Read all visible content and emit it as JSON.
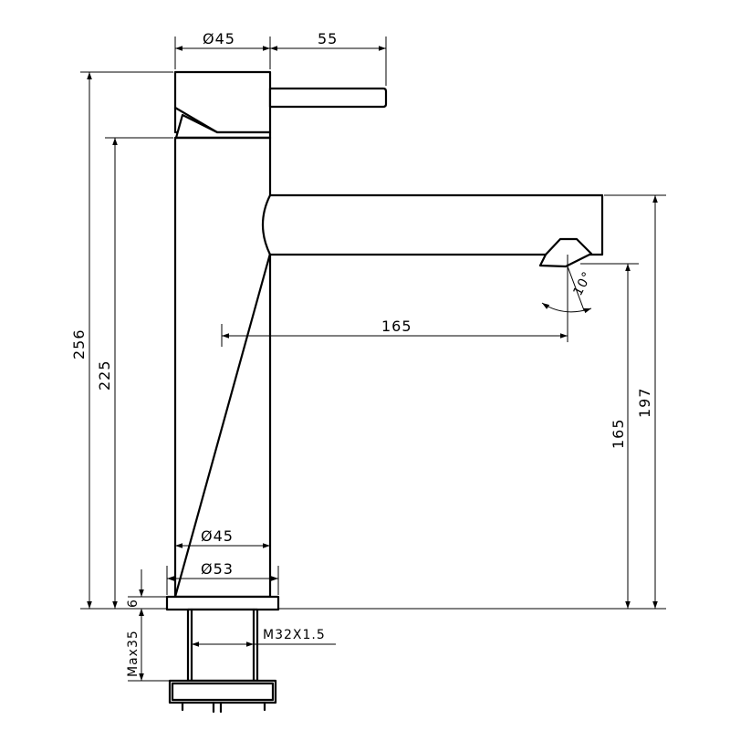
{
  "drawing": {
    "colors": {
      "line": "#000000",
      "background": "#ffffff"
    },
    "dimensions": {
      "top_diameter": "Ø45",
      "handle_length": "55",
      "overall_height": "256",
      "body_height": "225",
      "spout_reach": "165",
      "spout_angle": "10°",
      "spout_outlet_height": "165",
      "spout_top_height": "197",
      "body_diameter": "Ø45",
      "base_diameter": "Ø53",
      "base_thickness": "6",
      "max_counter_thickness": "Max35",
      "thread_size": "M32X1.5"
    }
  }
}
